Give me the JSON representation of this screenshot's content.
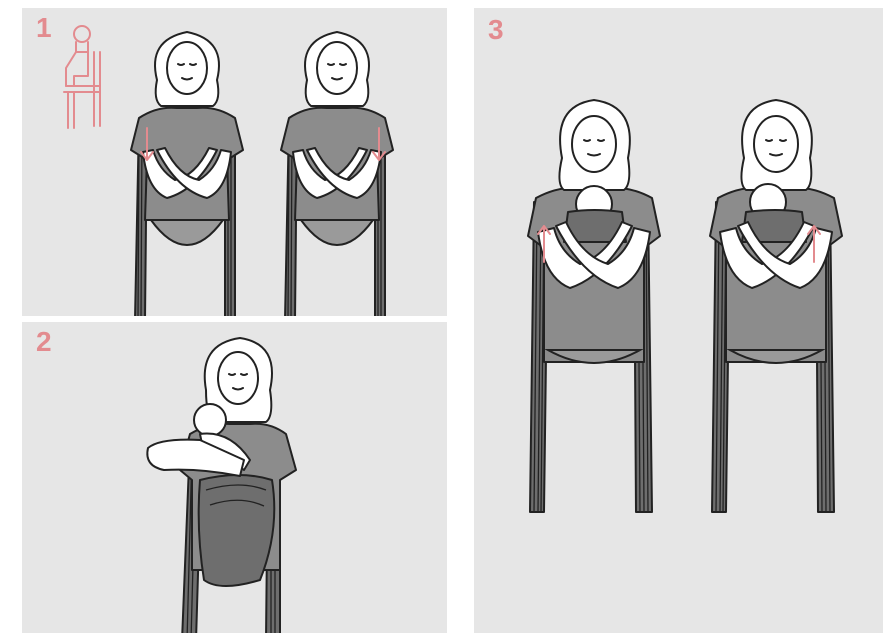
{
  "steps": [
    {
      "number": "1"
    },
    {
      "number": "2"
    },
    {
      "number": "3"
    }
  ],
  "colors": {
    "panel_background": "#e6e6e6",
    "accent": "#e38b8f",
    "wrap_fabric": "#6e6e6e",
    "shirt": "#8c8c8c",
    "outline": "#222222"
  },
  "icons": {
    "step1_sitting": "seated-person-icon",
    "arrow_down": "arrow-down-icon",
    "arrow_up": "arrow-up-icon"
  }
}
